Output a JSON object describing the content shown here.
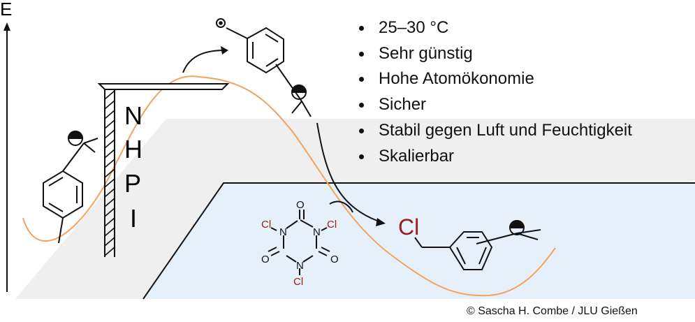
{
  "axis": {
    "label": "E"
  },
  "catalyst": {
    "letters": [
      "N",
      "H",
      "P",
      "I"
    ]
  },
  "reagent": {
    "cl_top_left": "Cl",
    "cl_top_right": "Cl",
    "cl_bottom": "Cl",
    "n_left": "N",
    "n_right": "N",
    "n_bottom": "N",
    "o_top": "O",
    "o_left": "O",
    "o_right": "O"
  },
  "product": {
    "chlorine_label": "Cl"
  },
  "bullets": [
    "25–30 °C",
    "Sehr günstig",
    "Hohe Atomökonomie",
    "Sicher",
    "Stabil gegen Luft und Feuchtigkeit",
    "Skalierbar"
  ],
  "credit": "© Sascha H. Combe / JLU Gießen",
  "colors": {
    "curve": "#f5a25a",
    "chlorine": "#9b1c1c",
    "panel_grey": "#efefef",
    "panel_blue": "#e6f0fb"
  }
}
